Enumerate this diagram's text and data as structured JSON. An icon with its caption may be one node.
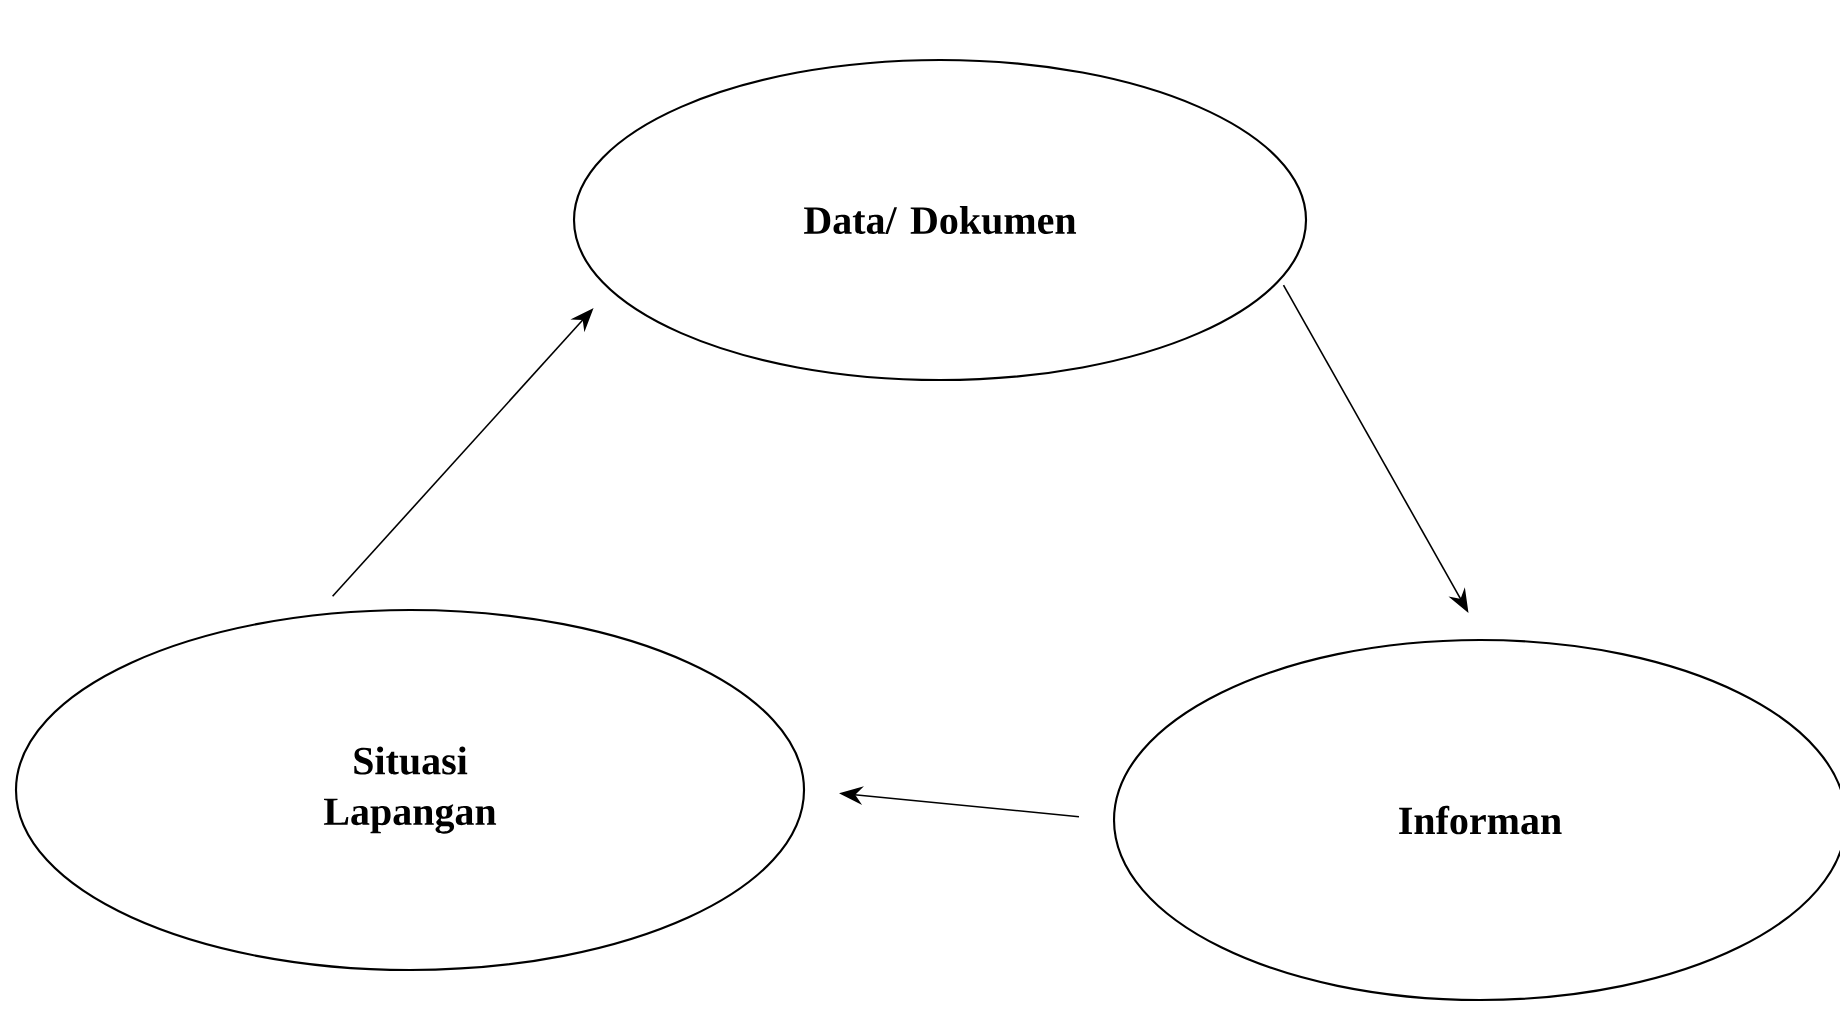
{
  "diagram": {
    "nodes": [
      {
        "text": [
          "Data/ Dokumen"
        ]
      },
      {
        "text": [
          "Informan"
        ]
      },
      {
        "text": [
          "Situasi Lapangan"
        ]
      }
    ],
    "edges": [
      {
        "from": 2,
        "to": 0,
        "arrow": "to"
      },
      {
        "from": 0,
        "to": 1,
        "arrow": "to"
      },
      {
        "from": 1,
        "to": 2,
        "arrow": "to"
      }
    ]
  }
}
